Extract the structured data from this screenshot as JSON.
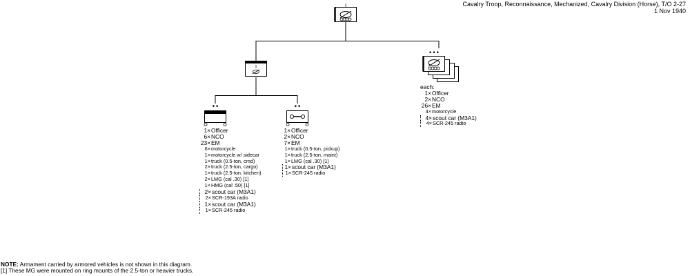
{
  "header": {
    "title": "Cavalry Troop, Reconnaissance, Mechanized, Cavalry Division (Horse), T/O 2-27",
    "date": "1 Nov 1940"
  },
  "units": {
    "troop_hq": {
      "size_marker": "I"
    },
    "platoon_hq": {
      "size_marker": "I"
    },
    "hq_section": {
      "size_marker": "••",
      "equipment": [
        {
          "qty": "1×",
          "item": "Officer",
          "style": "normal"
        },
        {
          "qty": "6×",
          "item": "NCO",
          "style": "normal"
        },
        {
          "qty": "23×",
          "item": "EM",
          "style": "normal"
        },
        {
          "qty": "6×",
          "item": "motorcycle",
          "style": "small"
        },
        {
          "qty": "1×",
          "item": "motorcycle w/ sidecar",
          "style": "small"
        },
        {
          "qty": "1×",
          "item": "truck (0.5-ton, cmd)",
          "style": "small"
        },
        {
          "qty": "2×",
          "item": "truck (2.5-ton, cargo)",
          "style": "small"
        },
        {
          "qty": "1×",
          "item": "truck (2.5-ton, kitchen)",
          "style": "small"
        },
        {
          "qty": "2×",
          "item": "LMG (cal .30) [1]",
          "style": "small"
        },
        {
          "qty": "1×",
          "item": "HMG (cal .50) [1]",
          "style": "small"
        },
        {
          "qty": "2×",
          "item": "scout car (M3A1)",
          "style": "veh"
        },
        {
          "qty": "2×",
          "item": "SCR-193A radio",
          "style": "veh-small"
        },
        {
          "qty": "1×",
          "item": "scout car (M3A1)",
          "style": "veh"
        },
        {
          "qty": "1×",
          "item": "SCR-245 radio",
          "style": "veh-small"
        }
      ]
    },
    "maint_section": {
      "size_marker": "••",
      "equipment": [
        {
          "qty": "1×",
          "item": "Officer",
          "style": "normal"
        },
        {
          "qty": "2×",
          "item": "NCO",
          "style": "normal"
        },
        {
          "qty": "7×",
          "item": "EM",
          "style": "normal"
        },
        {
          "qty": "1×",
          "item": "truck (0.5-ton, pickup)",
          "style": "small"
        },
        {
          "qty": "1×",
          "item": "truck (2.5-ton, maint)",
          "style": "small"
        },
        {
          "qty": "1×",
          "item": "LMG (cal .30) [1]",
          "style": "small"
        },
        {
          "qty": "1×",
          "item": "scout car (M3A1)",
          "style": "veh"
        },
        {
          "qty": "1×",
          "item": "SCR-245 radio",
          "style": "veh-small"
        }
      ]
    },
    "scout_platoons": {
      "size_marker": "•••",
      "each_label": "each:",
      "equipment": [
        {
          "qty": "1×",
          "item": "Officer",
          "style": "normal"
        },
        {
          "qty": "2×",
          "item": "NCO",
          "style": "normal"
        },
        {
          "qty": "26×",
          "item": "EM",
          "style": "normal"
        },
        {
          "qty": "4×",
          "item": "motorcycle",
          "style": "small"
        },
        {
          "qty": "4×",
          "item": "scout car (M3A1)",
          "style": "veh"
        },
        {
          "qty": "4×",
          "item": "SCR-245 radio",
          "style": "veh-small"
        }
      ]
    }
  },
  "notes": {
    "note_label": "NOTE:",
    "note_text": "Armament carried by armored vehicles is not shown in this diagram.",
    "footnote_1": "[1] These MG were mounted on ring mounts of the 2.5-ton or heavier trucks."
  }
}
